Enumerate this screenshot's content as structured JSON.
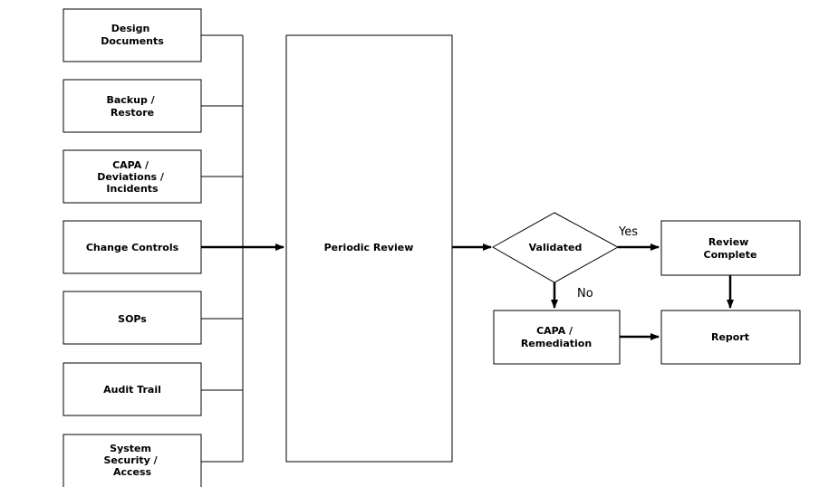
{
  "inputs": [
    {
      "id": "design-documents",
      "lines": [
        "Design",
        "Documents"
      ]
    },
    {
      "id": "backup-restore",
      "lines": [
        "Backup /",
        "Restore"
      ]
    },
    {
      "id": "capa-deviations-incidents",
      "lines": [
        "CAPA /",
        "Deviations /",
        "Incidents"
      ]
    },
    {
      "id": "change-controls",
      "lines": [
        "Change Controls"
      ]
    },
    {
      "id": "sops",
      "lines": [
        "SOPs"
      ]
    },
    {
      "id": "audit-trail",
      "lines": [
        "Audit Trail"
      ]
    },
    {
      "id": "system-security-access",
      "lines": [
        "System",
        "Security /",
        "Access"
      ]
    }
  ],
  "periodic_review": {
    "label": "Periodic Review"
  },
  "decision": {
    "label": "Validated",
    "yes_label": "Yes",
    "no_label": "No"
  },
  "review_complete": {
    "lines": [
      "Review",
      "Complete"
    ]
  },
  "capa_remediation": {
    "lines": [
      "CAPA /",
      "Remediation"
    ]
  },
  "report": {
    "label": "Report"
  }
}
